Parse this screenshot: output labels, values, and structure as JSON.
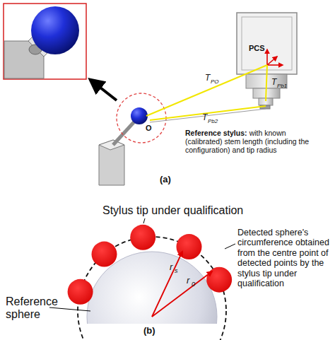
{
  "diagram": {
    "labels": [
      "PCS",
      "T",
      "PO",
      "T",
      "Pb1",
      "T",
      "Pb2",
      "O",
      "Reference stylus:",
      "with known (calibrated) stem length (including the configuration) and tip radius",
      "(a)",
      "Stylus tip under qualification",
      "r",
      "s",
      "r",
      "0",
      "Detected sphere's circumference obtained from the centre point of detected points by the stylus tip under qualification",
      "Reference sphere",
      "(b)"
    ]
  }
}
